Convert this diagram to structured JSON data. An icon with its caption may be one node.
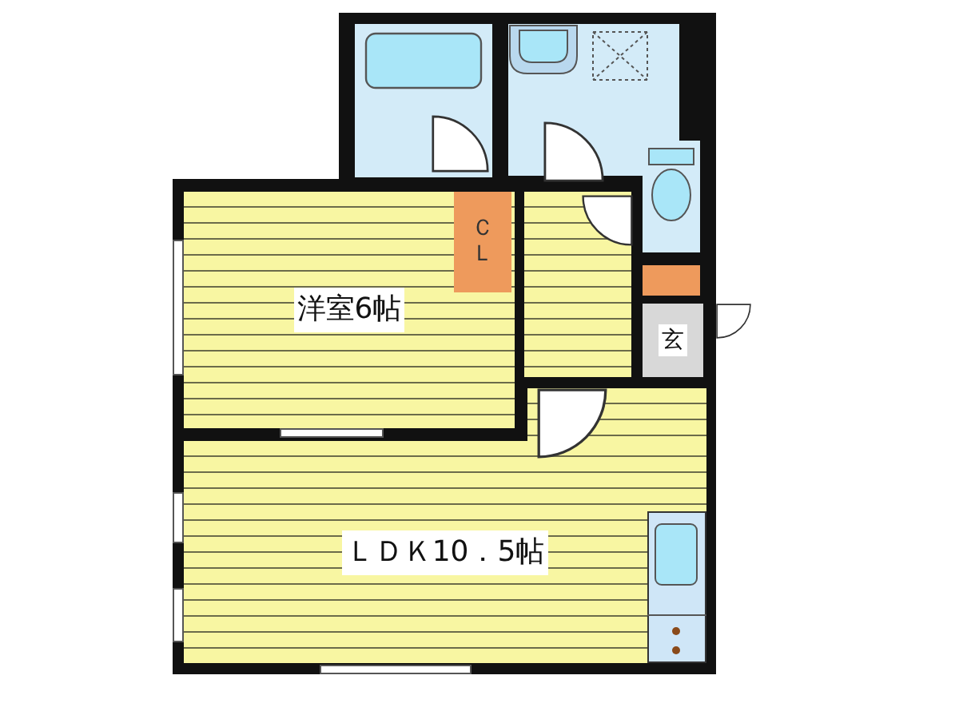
{
  "diagram": {
    "nodes": [
      {
        "text": [],
        "shape": "box"
      },
      {
        "text": [],
        "shape": "box"
      },
      {
        "text": [],
        "shape": "box"
      },
      {
        "text": [
          "洋室6帖"
        ]
      },
      {
        "text": [
          "ＣＬ"
        ],
        "in": 3
      },
      {
        "text": [],
        "shape": "box"
      },
      {
        "text": [],
        "shape": "box"
      },
      {
        "text": [
          "玄"
        ]
      },
      {
        "text": [
          "ＬＤＫ10．5帖"
        ]
      },
      {
        "text": [],
        "shape": "box"
      }
    ]
  }
}
